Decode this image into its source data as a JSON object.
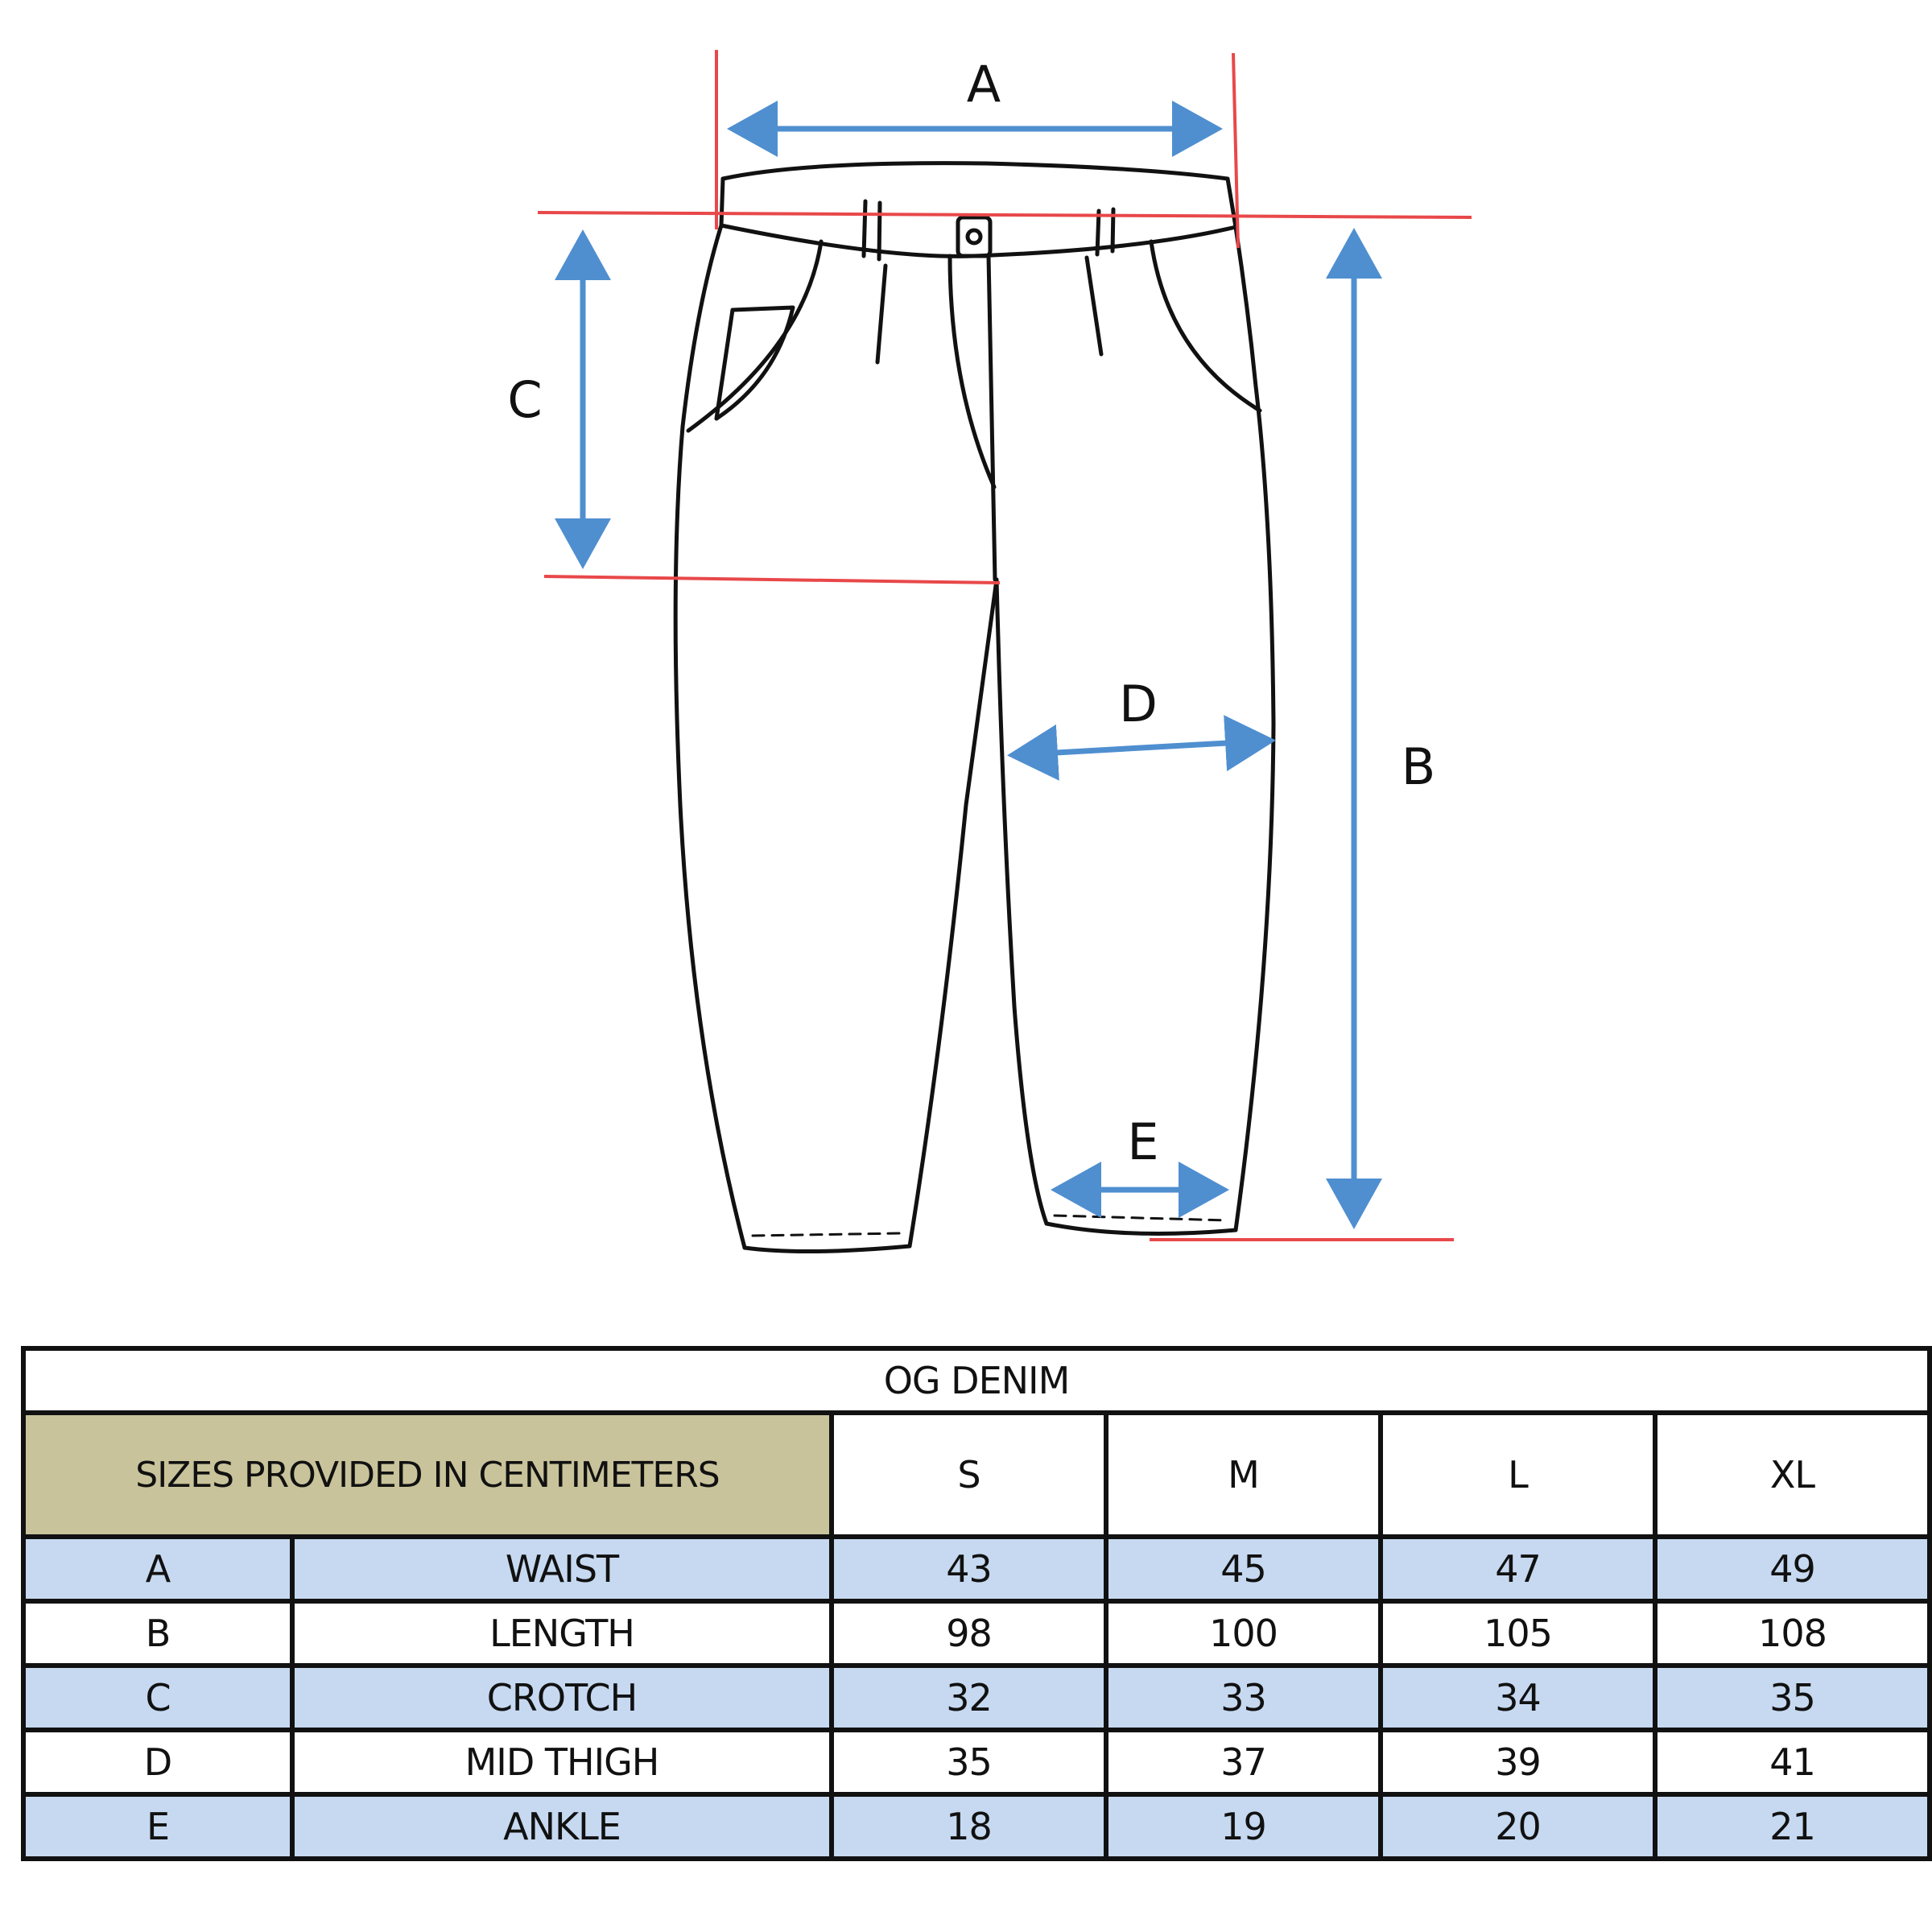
{
  "diagram": {
    "labels": {
      "a": "A",
      "b": "B",
      "c": "C",
      "d": "D",
      "e": "E"
    },
    "colors": {
      "outline": "#111111",
      "guide": "#e8484a",
      "arrow": "#4f8fd0"
    }
  },
  "table": {
    "title": "OG DENIM",
    "units_label": "SIZES PROVIDED IN CENTIMETERS",
    "sizes": [
      "S",
      "M",
      "L",
      "XL"
    ],
    "rows": [
      {
        "code": "A",
        "name": "WAIST",
        "values": [
          "43",
          "45",
          "47",
          "49"
        ]
      },
      {
        "code": "B",
        "name": "LENGTH",
        "values": [
          "98",
          "100",
          "105",
          "108"
        ]
      },
      {
        "code": "C",
        "name": "CROTCH",
        "values": [
          "32",
          "33",
          "34",
          "35"
        ]
      },
      {
        "code": "D",
        "name": "MID THIGH",
        "values": [
          "35",
          "37",
          "39",
          "41"
        ]
      },
      {
        "code": "E",
        "name": "ANKLE",
        "values": [
          "18",
          "19",
          "20",
          "21"
        ]
      }
    ],
    "colors": {
      "header_fill": "#c9c39b",
      "stripe_fill": "#c6d9f1",
      "border": "#111111"
    }
  }
}
